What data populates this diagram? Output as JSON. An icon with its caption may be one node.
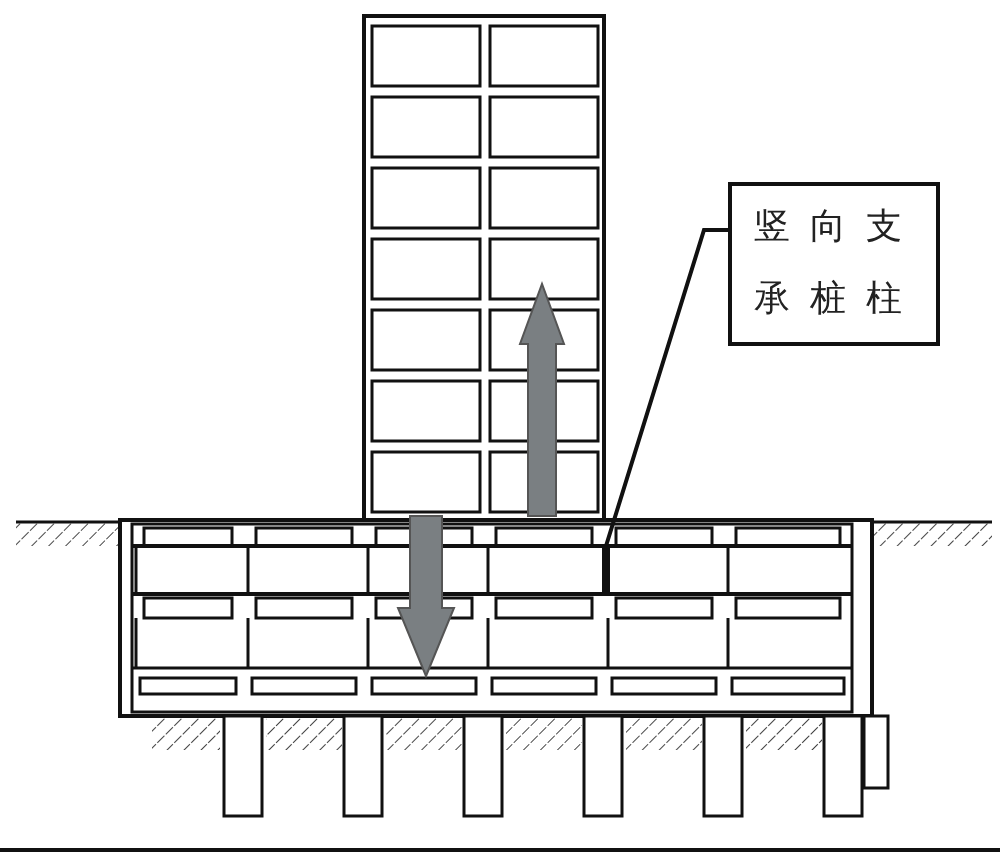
{
  "diagram": {
    "nodes": [
      {
        "text": [
          "竖向支承桩柱"
        ]
      },
      {
        "text": [],
        "shape": "bar"
      }
    ],
    "edges": [
      {
        "from": 0,
        "to": 1,
        "arrow": "none"
      }
    ]
  }
}
